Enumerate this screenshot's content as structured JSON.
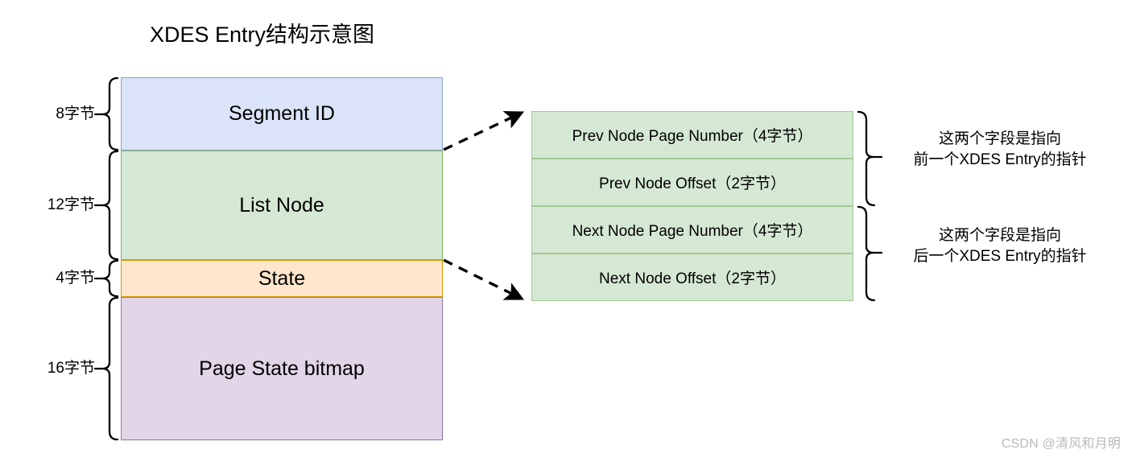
{
  "title": "XDES Entry结构示意图",
  "struct": {
    "blocks": [
      {
        "label": "Segment ID",
        "size": "8字节",
        "fill": "#dae3f7",
        "stroke": "#8da4cf"
      },
      {
        "label": "List Node",
        "size": "12字节",
        "fill": "#d5e8d4",
        "stroke": "#82b366"
      },
      {
        "label": "State",
        "size": "4字节",
        "fill": "#ffe6cc",
        "stroke": "#d79b00"
      },
      {
        "label": "Page State bitmap",
        "size": "16字节",
        "fill": "#e1d5e7",
        "stroke": "#9673a6"
      }
    ]
  },
  "detail": {
    "rows": [
      {
        "label": "Prev Node Page Number（4字节）"
      },
      {
        "label": "Prev Node Offset（2字节）"
      },
      {
        "label": "Next Node Page Number（4字节）"
      },
      {
        "label": "Next Node Offset（2字节）"
      }
    ],
    "fill": "#d5e8d4",
    "stroke": "#a5c894"
  },
  "annotations": {
    "prev": {
      "line1": "这两个字段是指向",
      "line2": "前一个XDES Entry的指针"
    },
    "next": {
      "line1": "这两个字段是指向",
      "line2": "后一个XDES Entry的指针"
    }
  },
  "watermark": "CSDN @清风和月明"
}
